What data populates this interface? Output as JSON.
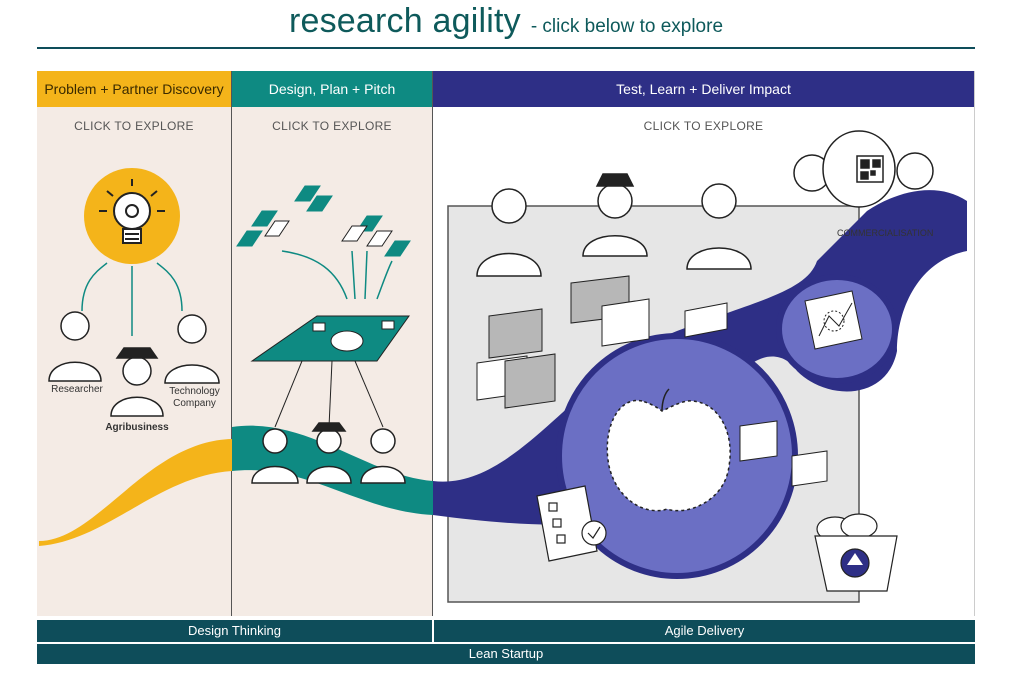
{
  "header": {
    "title": "research agility",
    "subtitle": "- click below to explore"
  },
  "columns": [
    {
      "heading": "Problem + Partner Discovery",
      "explore": "CLICK TO EXPLORE",
      "color": "#f4b41a"
    },
    {
      "heading": "Design, Plan + Pitch",
      "explore": "CLICK TO EXPLORE",
      "color": "#0e8a82"
    },
    {
      "heading": "Test, Learn + Deliver Impact",
      "explore": "CLICK TO EXPLORE",
      "color": "#2e2f86"
    }
  ],
  "labels": {
    "researcher": "Researcher",
    "agribusiness": "Agribusiness",
    "technology": "Technology",
    "company": "Company",
    "commercialisation": "COMMERCIALISATION"
  },
  "bars": {
    "design_thinking": "Design Thinking",
    "agile_delivery": "Agile Delivery",
    "lean_startup": "Lean Startup"
  },
  "colors": {
    "teal_dark": "#0e4d5a",
    "teal": "#0e8a82",
    "yellow": "#f4b41a",
    "navy": "#2e2f86",
    "beige": "#f4ebe5"
  }
}
